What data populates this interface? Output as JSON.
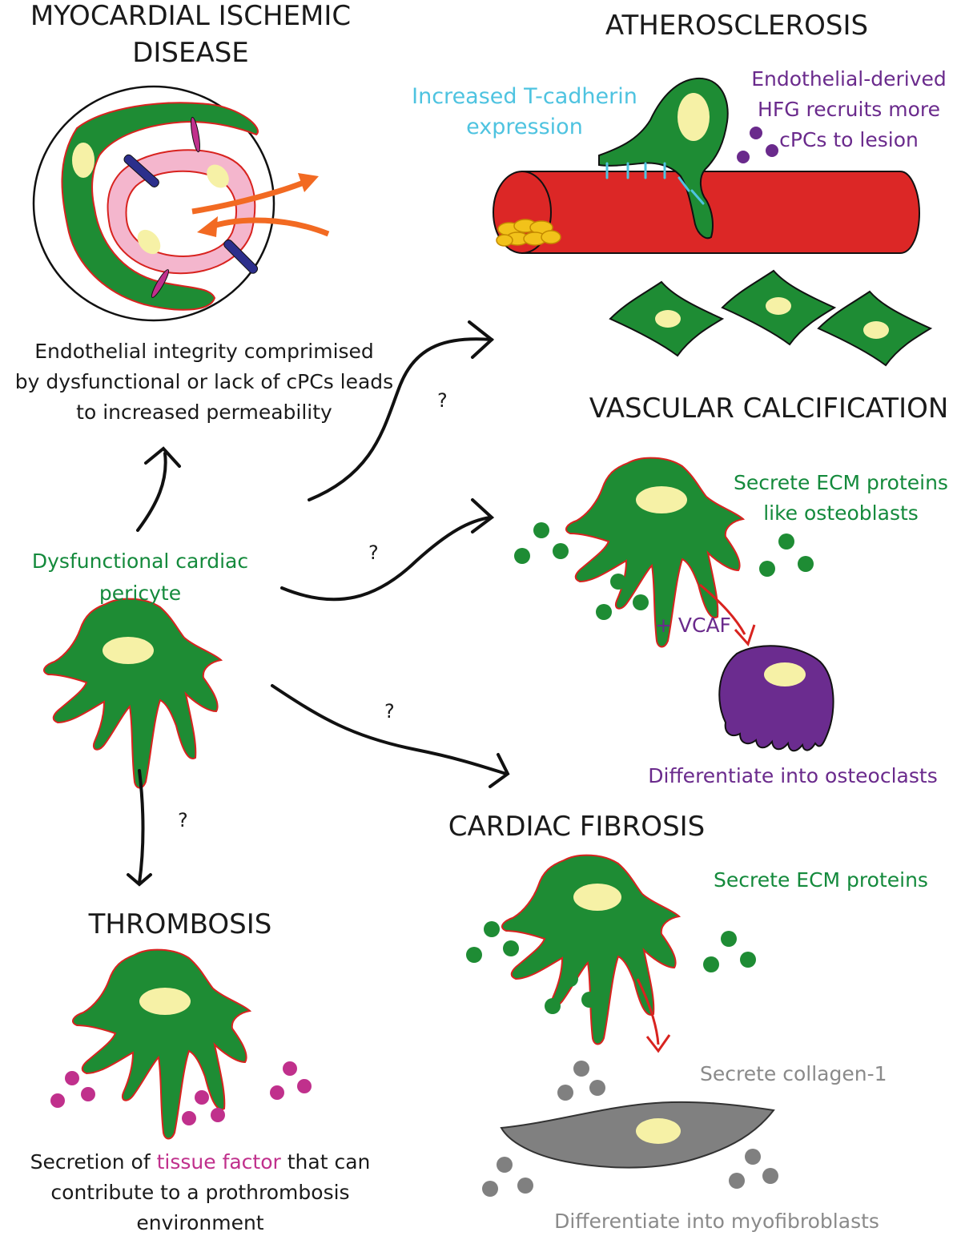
{
  "sections": {
    "ischemic_title_l1": "MYOCARDIAL ISCHEMIC",
    "ischemic_title_l2": "DISEASE",
    "atherosclerosis": "ATHEROSCLEROSIS",
    "vascular_calcification": "VASCULAR CALCIFICATION",
    "cardiac_fibrosis": "CARDIAC FIBROSIS",
    "thrombosis": "THROMBOSIS"
  },
  "ischemic": {
    "line1": "Endothelial integrity comprimised",
    "line2": "by dysfunctional or lack of cPCs leads",
    "line3": "to  increased permeability"
  },
  "atherosclerosis_notes": {
    "tcad_l1": "Increased T-cadherin",
    "tcad_l2": "expression",
    "hfg_l1": "Endothelial-derived",
    "hfg_l2": "HFG recruits more",
    "hfg_l3": "cPCs to lesion"
  },
  "center": {
    "line1": "Dysfunctional cardiac",
    "line2": "pericyte"
  },
  "calcification_notes": {
    "ecm_l1": "Secrete ECM proteins",
    "ecm_l2": "like osteoblasts",
    "vcaf": "+ VCAF",
    "osteoclasts": "Differentiate into osteoclasts"
  },
  "fibrosis_notes": {
    "ecm": "Secrete ECM proteins",
    "collagen": "Secrete collagen-1",
    "myofibroblasts": "Differentiate into myofibroblasts"
  },
  "thrombosis_notes": {
    "pre": "Secretion of ",
    "highlight": "tissue factor",
    "post": " that can",
    "line2": "contribute to a prothrombosis",
    "line3": "environment"
  },
  "question_marks": {
    "q_atherosclerosis": "?",
    "q_calcification": "?",
    "q_fibrosis": "?",
    "q_thrombosis": "?"
  },
  "colors": {
    "pericyte_green": "#1e8c34",
    "outline_red": "#d8231f",
    "nucleus": "#f6f1a6",
    "vessel_red": "#dc2726",
    "osteoclast_purple": "#6b2c8f",
    "myofibroblast_gray": "#808080",
    "tissue_factor_pink": "#c0308c",
    "arrow_orange": "#f26a22",
    "junction_cyan": "#4ec3e0"
  }
}
